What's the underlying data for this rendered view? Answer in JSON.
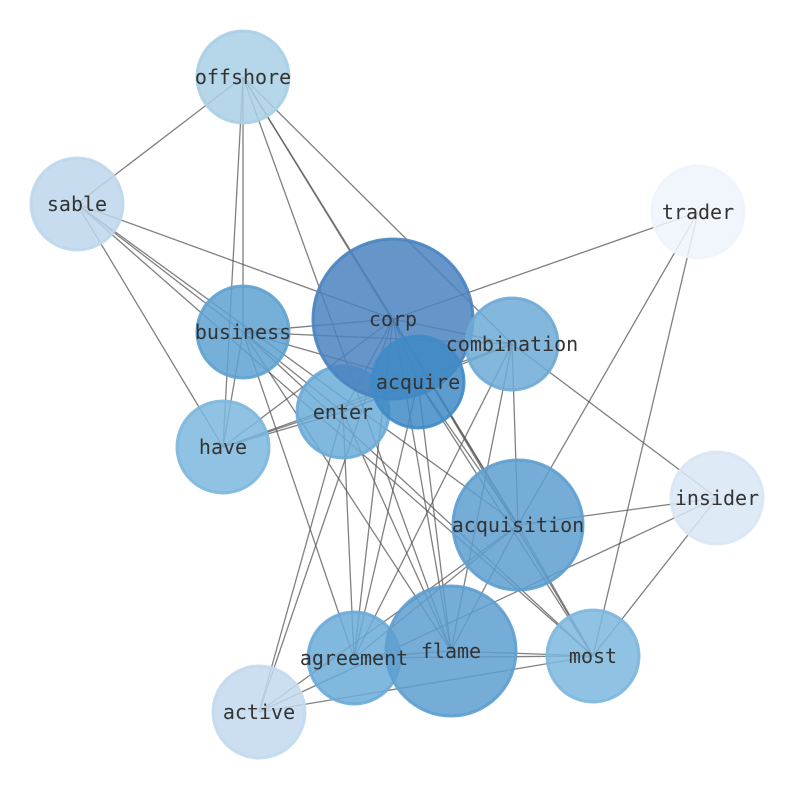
{
  "nodes": [
    {
      "id": "offshore",
      "label": "offshore",
      "color": "#a9cfe5",
      "weight": 1
    },
    {
      "id": "sable",
      "label": "sable",
      "color": "#bed6ec",
      "weight": 1
    },
    {
      "id": "trader",
      "label": "trader",
      "color": "#eef4fc",
      "weight": 1
    },
    {
      "id": "corp",
      "label": "corp",
      "color": "#4a83c0",
      "weight": 3
    },
    {
      "id": "business",
      "label": "business",
      "color": "#5ea2d2",
      "weight": 1
    },
    {
      "id": "acquire",
      "label": "acquire",
      "color": "#3f8bc6",
      "weight": 1
    },
    {
      "id": "combination",
      "label": "combination",
      "color": "#6eaad6",
      "weight": 1
    },
    {
      "id": "enter",
      "label": "enter",
      "color": "#6aabd8",
      "weight": 1
    },
    {
      "id": "have",
      "label": "have",
      "color": "#7db7de",
      "weight": 1
    },
    {
      "id": "insider",
      "label": "insider",
      "color": "#d8e6f4",
      "weight": 1
    },
    {
      "id": "acquisition",
      "label": "acquisition",
      "color": "#5e9fd0",
      "weight": 2
    },
    {
      "id": "agreement",
      "label": "agreement",
      "color": "#6aabd8",
      "weight": 1
    },
    {
      "id": "flame",
      "label": "flame",
      "color": "#5e9fd0",
      "weight": 2
    },
    {
      "id": "most",
      "label": "most",
      "color": "#7db7de",
      "weight": 1
    },
    {
      "id": "active",
      "label": "active",
      "color": "#c3d9ee",
      "weight": 1
    }
  ],
  "edges": [
    [
      "offshore",
      "sable"
    ],
    [
      "offshore",
      "business"
    ],
    [
      "offshore",
      "have"
    ],
    [
      "offshore",
      "corp"
    ],
    [
      "offshore",
      "flame"
    ],
    [
      "offshore",
      "acquisition"
    ],
    [
      "offshore",
      "combination"
    ],
    [
      "sable",
      "corp"
    ],
    [
      "sable",
      "business"
    ],
    [
      "sable",
      "acquisition"
    ],
    [
      "sable",
      "most"
    ],
    [
      "sable",
      "have"
    ],
    [
      "trader",
      "corp"
    ],
    [
      "trader",
      "acquisition"
    ],
    [
      "trader",
      "most"
    ],
    [
      "corp",
      "business"
    ],
    [
      "corp",
      "acquire"
    ],
    [
      "corp",
      "combination"
    ],
    [
      "corp",
      "enter"
    ],
    [
      "corp",
      "have"
    ],
    [
      "corp",
      "agreement"
    ],
    [
      "corp",
      "flame"
    ],
    [
      "corp",
      "acquisition"
    ],
    [
      "corp",
      "most"
    ],
    [
      "corp",
      "active"
    ],
    [
      "business",
      "acquire"
    ],
    [
      "business",
      "combination"
    ],
    [
      "business",
      "agreement"
    ],
    [
      "business",
      "flame"
    ],
    [
      "business",
      "have"
    ],
    [
      "business",
      "enter"
    ],
    [
      "business",
      "most"
    ],
    [
      "acquire",
      "enter"
    ],
    [
      "acquire",
      "have"
    ],
    [
      "acquire",
      "agreement"
    ],
    [
      "acquire",
      "flame"
    ],
    [
      "acquire",
      "most"
    ],
    [
      "acquire",
      "acquisition"
    ],
    [
      "combination",
      "have"
    ],
    [
      "combination",
      "enter"
    ],
    [
      "combination",
      "agreement"
    ],
    [
      "combination",
      "flame"
    ],
    [
      "combination",
      "insider"
    ],
    [
      "combination",
      "acquisition"
    ],
    [
      "enter",
      "have"
    ],
    [
      "enter",
      "agreement"
    ],
    [
      "enter",
      "flame"
    ],
    [
      "enter",
      "active"
    ],
    [
      "acquisition",
      "agreement"
    ],
    [
      "acquisition",
      "flame"
    ],
    [
      "acquisition",
      "insider"
    ],
    [
      "acquisition",
      "active"
    ],
    [
      "acquisition",
      "most"
    ],
    [
      "insider",
      "active"
    ],
    [
      "insider",
      "most"
    ],
    [
      "flame",
      "most"
    ],
    [
      "flame",
      "agreement"
    ],
    [
      "most",
      "agreement"
    ],
    [
      "most",
      "active"
    ]
  ]
}
